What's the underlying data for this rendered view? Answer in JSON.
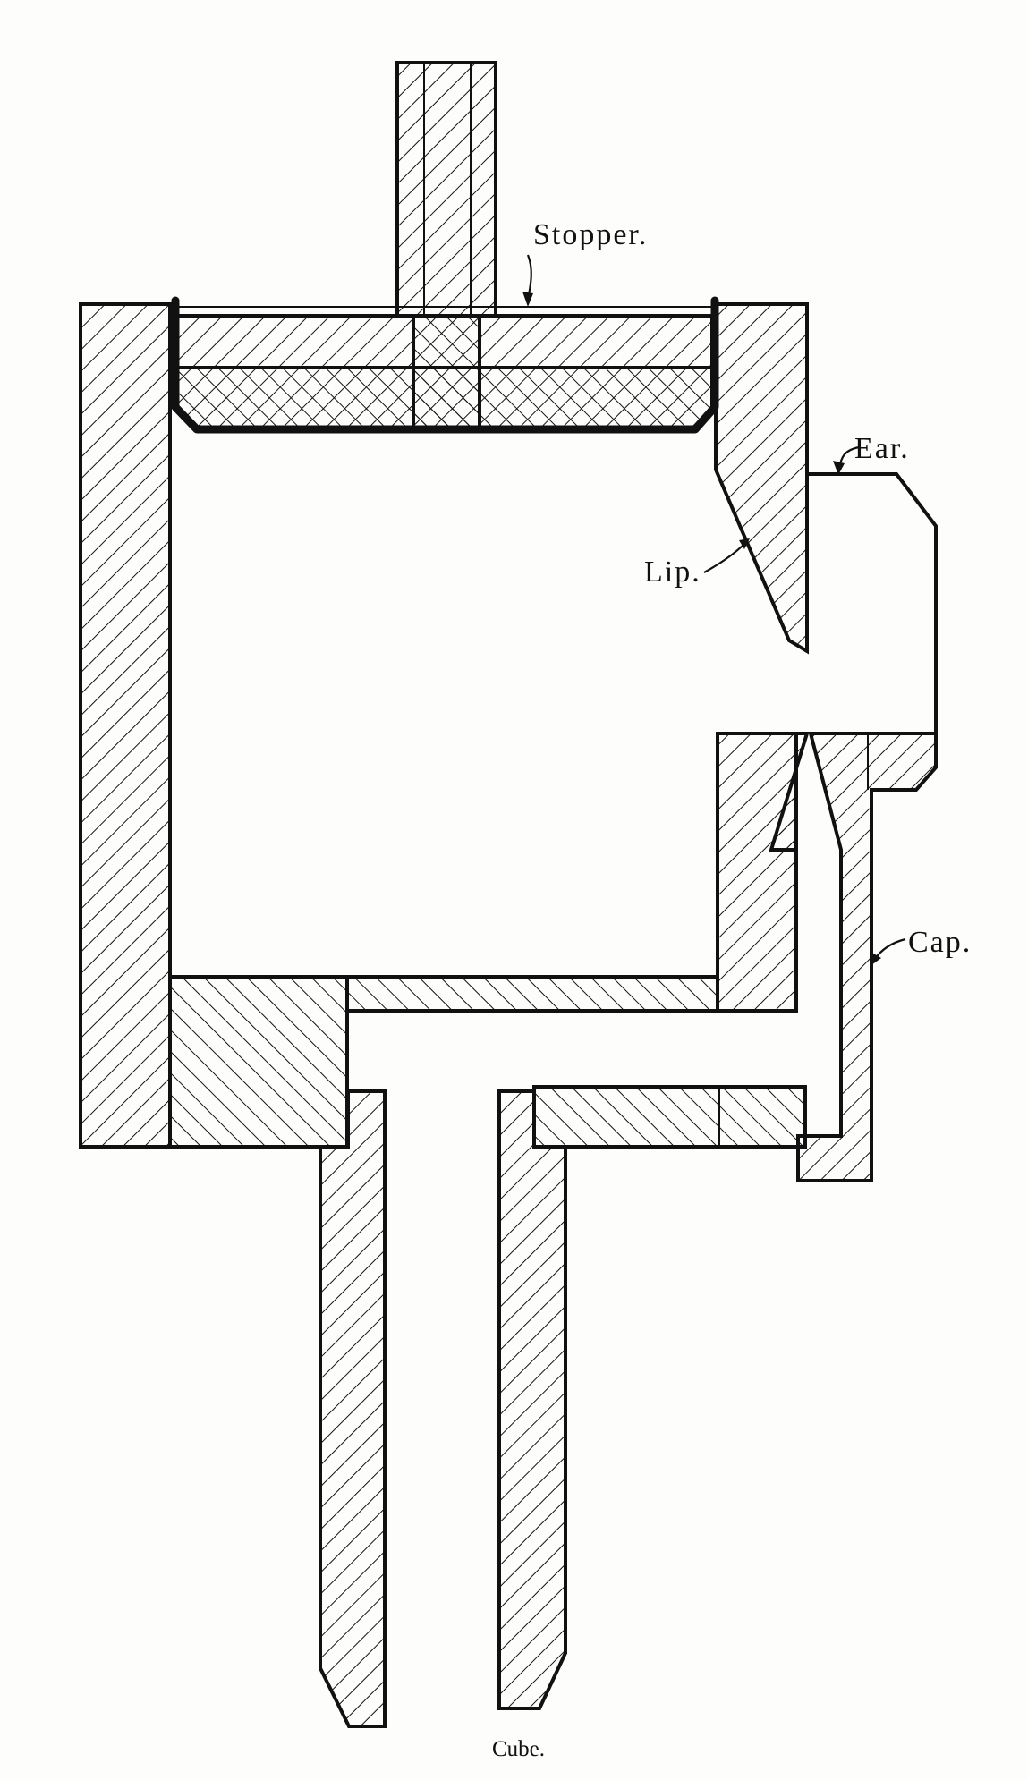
{
  "labels": {
    "stopper": "Stopper.",
    "ear": "Ear.",
    "lip": "Lip.",
    "cap": "Cap."
  },
  "caption": "Cube."
}
